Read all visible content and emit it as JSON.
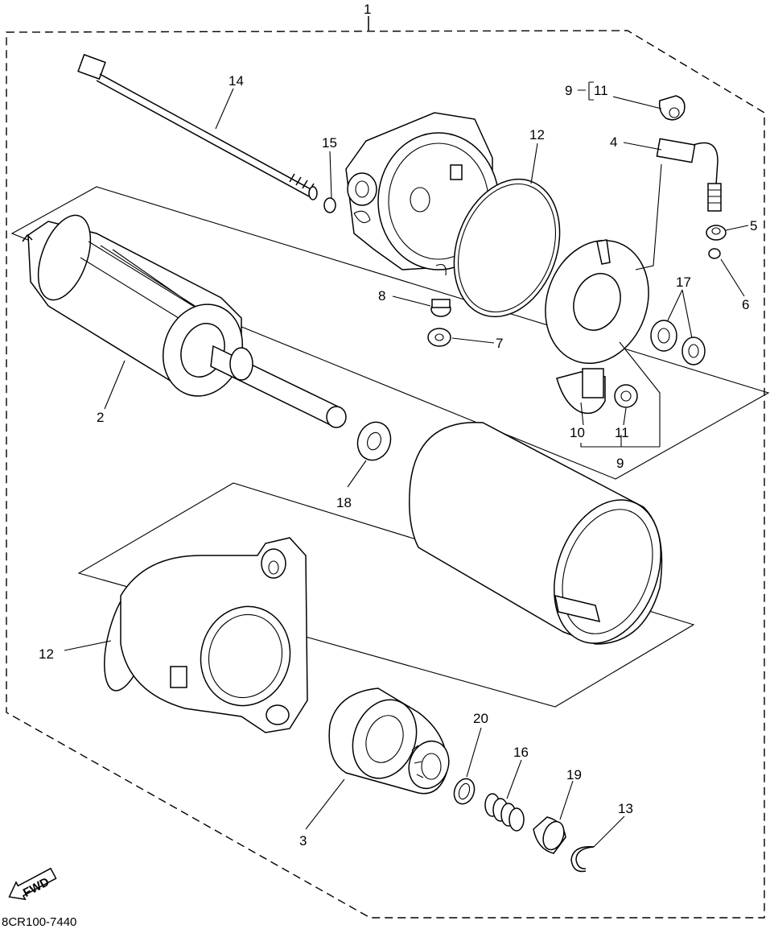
{
  "diagram": {
    "labels": {
      "l1": "1",
      "l2": "2",
      "l3": "3",
      "l4": "4",
      "l5": "5",
      "l6": "6",
      "l7": "7",
      "l8": "8",
      "l9a": "9",
      "l9b": "9",
      "l10": "10",
      "l11a": "11",
      "l11b": "11",
      "l12a": "12",
      "l12b": "12",
      "l13": "13",
      "l14": "14",
      "l15": "15",
      "l16": "16",
      "l17": "17",
      "l18": "18",
      "l19": "19",
      "l20": "20"
    },
    "fwd_badge": "FWD",
    "drawing_code": "8CR100-7440"
  }
}
